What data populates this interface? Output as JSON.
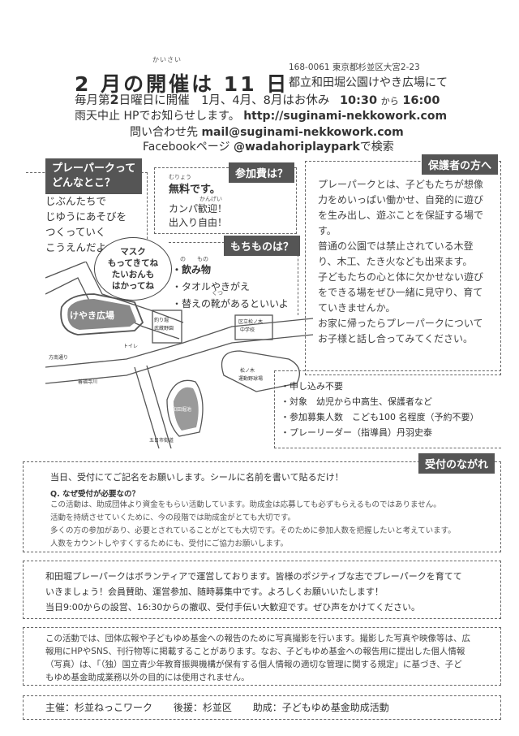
{
  "header": {
    "title": "2 月の開催は 11 日",
    "ruby_kaisai": "かいさい",
    "address_line1": "168-0061 東京都杉並区大宮2-23",
    "address_line2": "都立和田堀公園けやき広場にて",
    "schedule_pre": "毎月第",
    "schedule_num": "2",
    "schedule_post": "日曜日に開催　1月、4月、8月はお休み",
    "time_start": "10:30",
    "time_sep": "から",
    "time_end": "16:00",
    "rain_note": "雨天中止 HPでお知らせします。",
    "website": "http://suginami-nekkowork.com",
    "contact_label": "問い合わせ先",
    "contact_mail": "mail@suginami-nekkowork.com",
    "facebook_label": "Facebookページ",
    "facebook_handle": "@wadahoriplaypark",
    "facebook_suffix": "で検索"
  },
  "what_is": {
    "tag_line1": "プレーパークって",
    "tag_line2": "どんなとこ？",
    "lines": [
      "じぶんたちで",
      "じゆうにあそびを",
      "つくっていく",
      "こうえんだよ"
    ]
  },
  "fee": {
    "tag": "参加費は？",
    "ruby": "むりょう",
    "free": "無料です。",
    "ruby_kangei": "かんげい",
    "welcome": "カンパ歓迎！",
    "in_out": "出入り自由！"
  },
  "belongings": {
    "tag": "もちものは？",
    "ruby": "の　　もの",
    "items": [
      "・飲み物",
      "・タオルやきがえ",
      "・替えの靴があるといいよ"
    ],
    "ruby_kutsu": "くつ"
  },
  "bubble": {
    "lines": [
      "マスク",
      "もってきてね",
      "たいおんも",
      "はかってね"
    ]
  },
  "map": {
    "keyaki": "けやき広場",
    "fishing": "釣り堀",
    "fishing2": "武蔵野園",
    "toilet": "トイレ",
    "school": "区立松ノ木",
    "school2": "中学校",
    "field": "松ノ木",
    "field2": "運動野球場",
    "wadabori": "和田堀池",
    "river": "善福寺川",
    "street1": "方南通り",
    "street2": "五日市街道"
  },
  "parents": {
    "tag": "保護者の方へ",
    "lines": [
      "プレーパークとは、子どもたちが想像",
      "力をめいっぱい働かせ、自発的に遊び",
      "を生み出し、遊ぶことを保証する場で",
      "す。",
      "普通の公園では禁止されている木登",
      "り、木工、たき火なども出来ます。",
      "子どもたちの心と体に欠かせない遊び",
      "をできる場をぜひ一緒に見守り、育て",
      "ていきませんか。",
      "お家に帰ったらプレーパークについて",
      "お子様と話し合ってみてください。"
    ]
  },
  "info": {
    "items": [
      "・申し込み不要",
      "・対象　幼児から中高生、保護者など",
      "・参加募集人数　こども100 名程度（予約不要）",
      "・プレーリーダー（指導員）丹羽史泰"
    ]
  },
  "reception": {
    "tag": "受付のながれ",
    "intro": "当日、受付にてご記名をお願いします。シールに名前を書いて貼るだけ！",
    "q": "Q. なぜ受付が必要なの？",
    "lines": [
      "この活動は、助成団体より資金をもらい活動しています。助成金は応募しても必ずもらえるものではありません。",
      "活動を持続させていくために、今の段階では助成金がとても大切です。",
      "多くの方の参加があり、必要とされていることがとても大切です。そのために参加人数を把握したいと考えています。",
      "人数をカウントしやすくするためにも、受付にご協力お願いします。"
    ]
  },
  "volunteer": {
    "lines": [
      "和田堀プレーパークはボランティアで運営しております。皆様のポジティブな志でプレーパークを育てて",
      "いきましょう！会員賛助、運営参加、随時募集中です。よろしくお願いいたします！",
      "当日9:00からの設営、16:30からの撤収、受付手伝い大歓迎です。ぜひ声をかけてください。"
    ]
  },
  "photo": {
    "lines": [
      "この活動では、団体広報や子どもゆめ基金への報告のために写真撮影を行います。撮影した写真や映像等は、広",
      "報用にHPやSNS、刊行物等に掲載することがあります。なお、子どもゆめ基金への報告用に提出した個人情報",
      "（写真）は、「（独）国立青少年教育振興機構が保有する個人情報の適切な管理に関する規定」に基づき、子ど",
      "もゆめ基金助成業務以外の目的には使用されません。"
    ]
  },
  "footer": {
    "host": "主催：杉並ねっこワーク",
    "support": "後援：杉並区",
    "grant": "助成：子どもゆめ基金助成活動"
  }
}
